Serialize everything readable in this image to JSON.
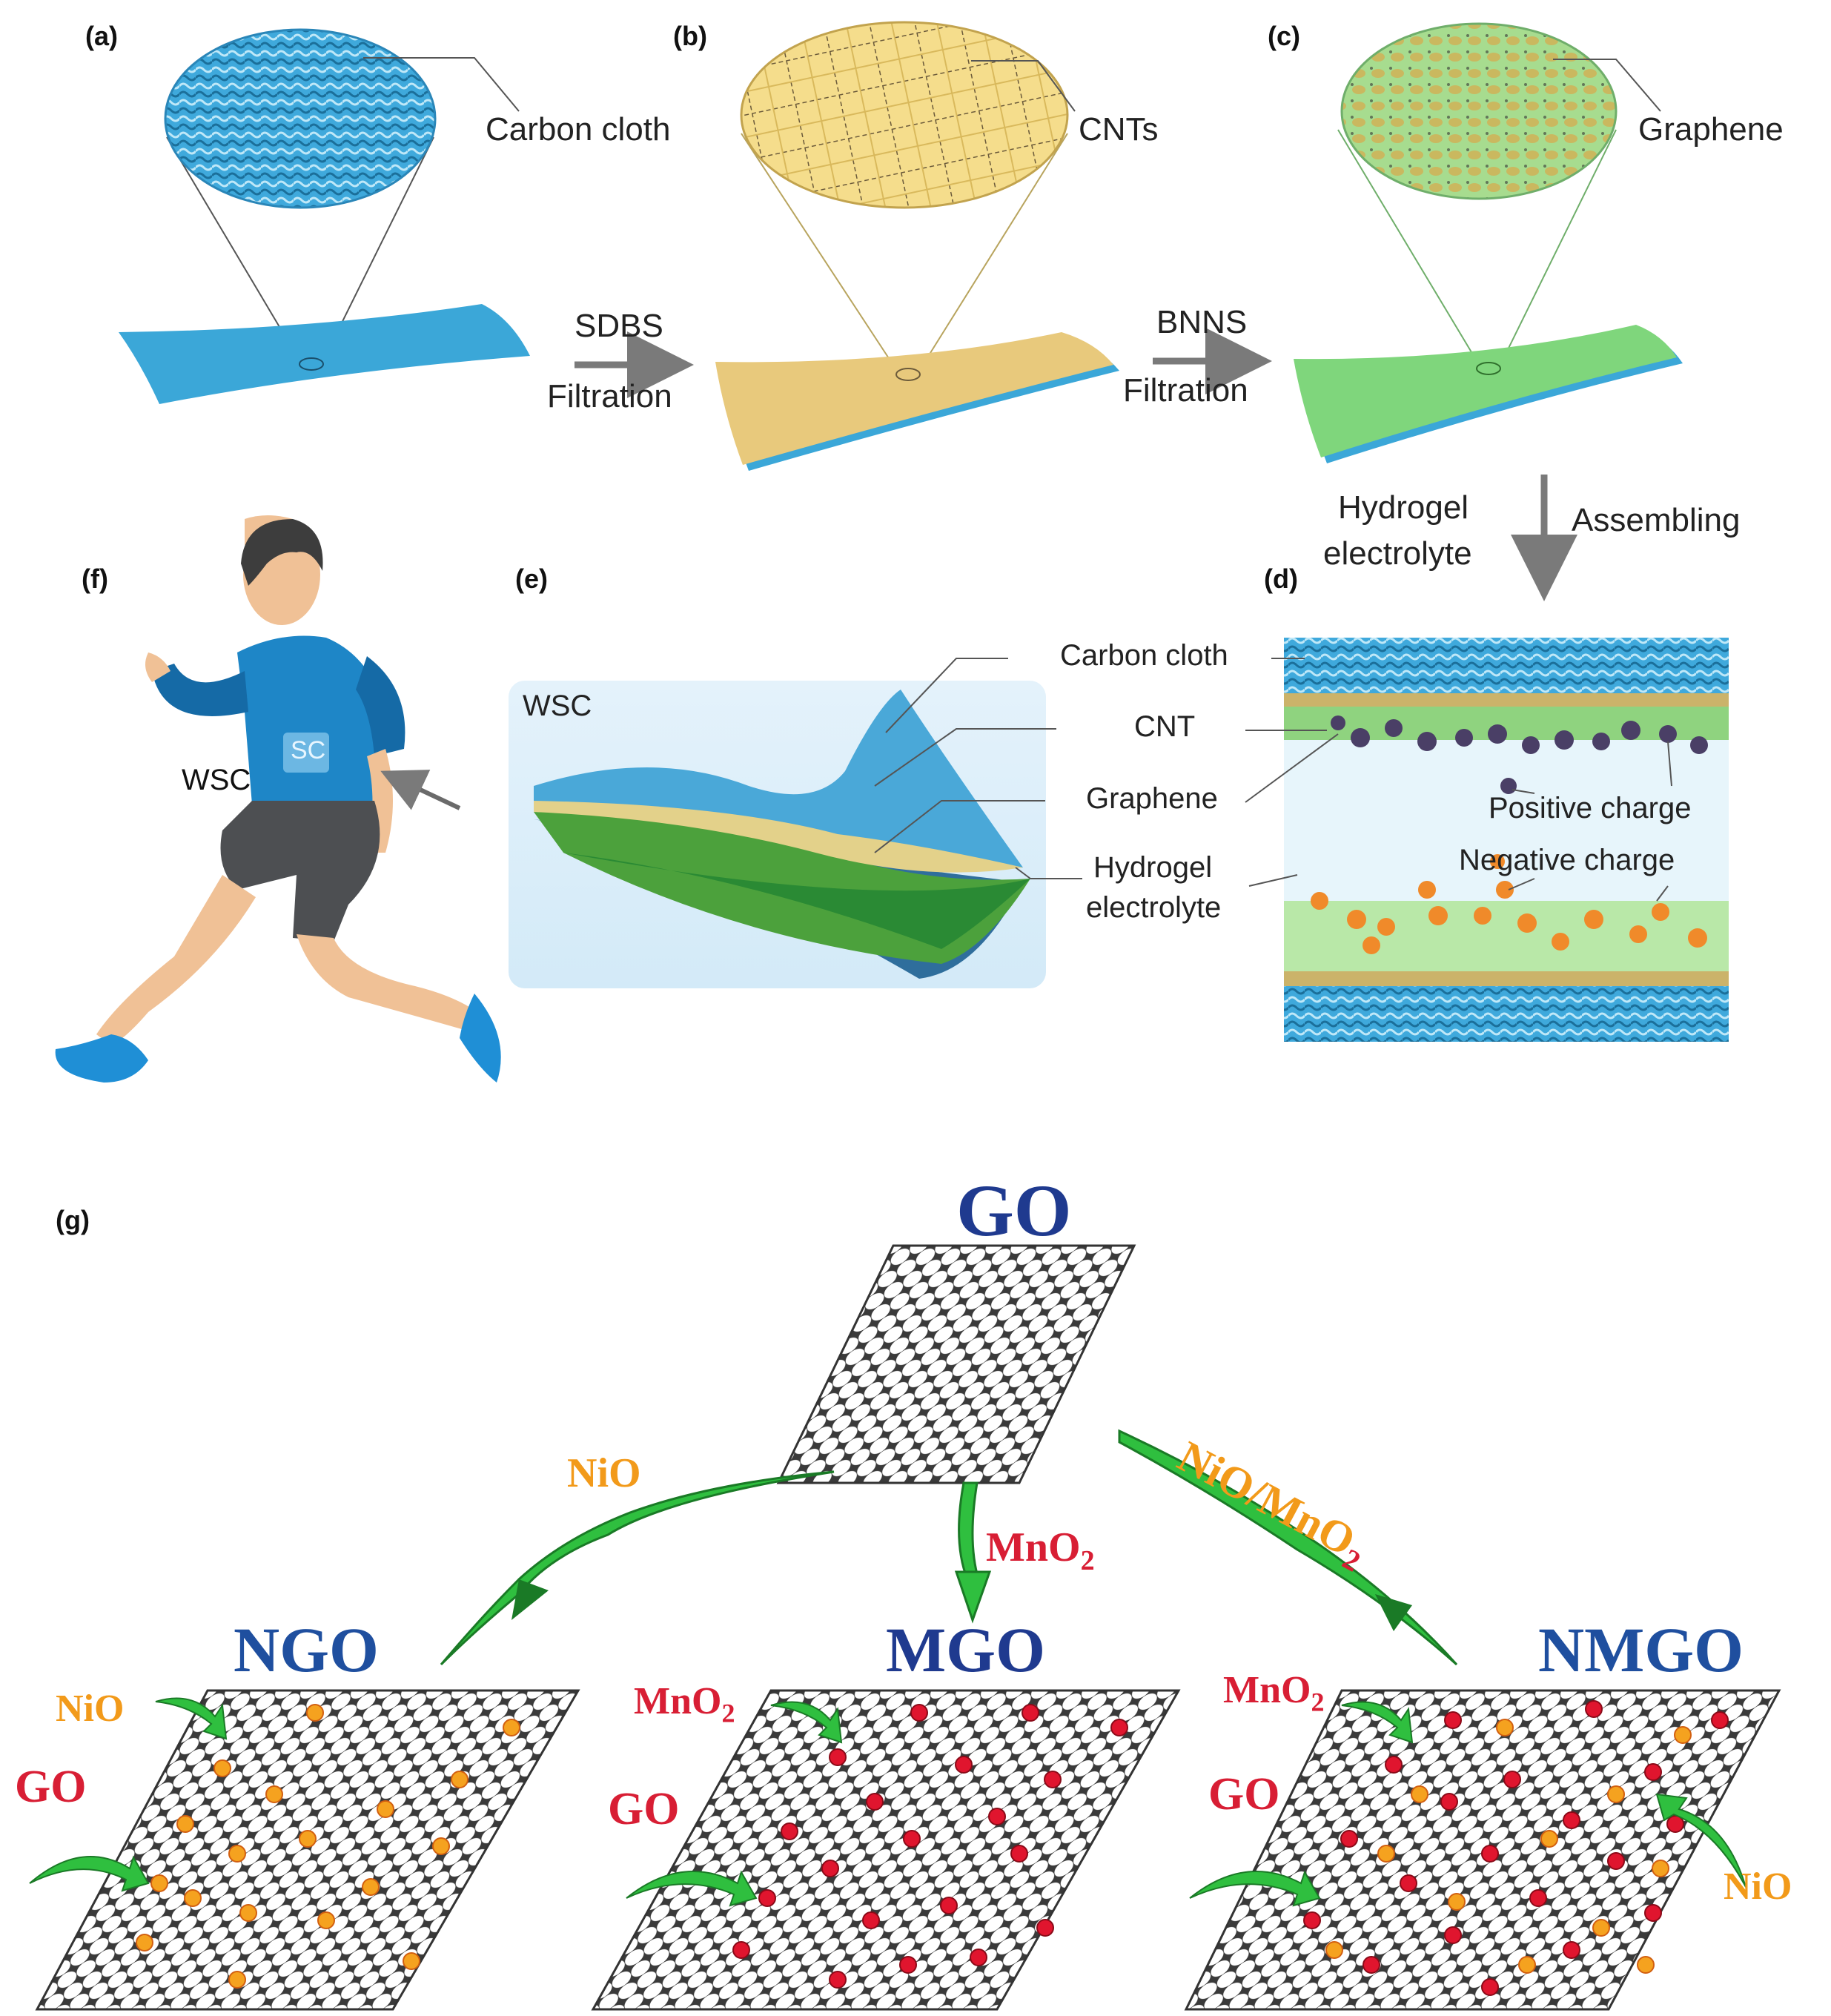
{
  "panels": {
    "a": "(a)",
    "b": "(b)",
    "c": "(c)",
    "d": "(d)",
    "e": "(e)",
    "f": "(f)",
    "g": "(g)"
  },
  "top": {
    "carbon_cloth": "Carbon cloth",
    "cnts": "CNTs",
    "graphene": "Graphene",
    "step1_line1": "SDBS",
    "step1_line2": "Filtration",
    "step2_line1": "BNNS",
    "step2_line2": "Filtration",
    "hydrogel_line1": "Hydrogel",
    "hydrogel_line2": "electrolyte",
    "assembling": "Assembling"
  },
  "panel_d": {
    "carbon_cloth": "Carbon cloth",
    "cnt": "CNT",
    "graphene": "Graphene",
    "hydrogel_line1": "Hydrogel",
    "hydrogel_line2": "electrolyte",
    "positive": "Positive charge",
    "negative": "Negative charge"
  },
  "panel_e": {
    "wsc": "WSC"
  },
  "panel_f": {
    "wsc": "WSC",
    "shirt": "SC"
  },
  "panel_g": {
    "go": "GO",
    "nio": "NiO",
    "mno2": "MnO",
    "sub2": "2",
    "nio_mno2": "NiO/MnO",
    "ngo": "NGO",
    "mgo": "MGO",
    "nmgo": "NMGO",
    "go_small": "GO"
  },
  "colors": {
    "cloth_blue": "#3aa6d8",
    "cnt_yellow": "#e9c77a",
    "graphene_green": "#7ed37a",
    "title_blue": "#1f3a8f",
    "label_red": "#d81e34",
    "label_orange": "#f29a1a",
    "arrow_green": "#2fbf3f"
  }
}
